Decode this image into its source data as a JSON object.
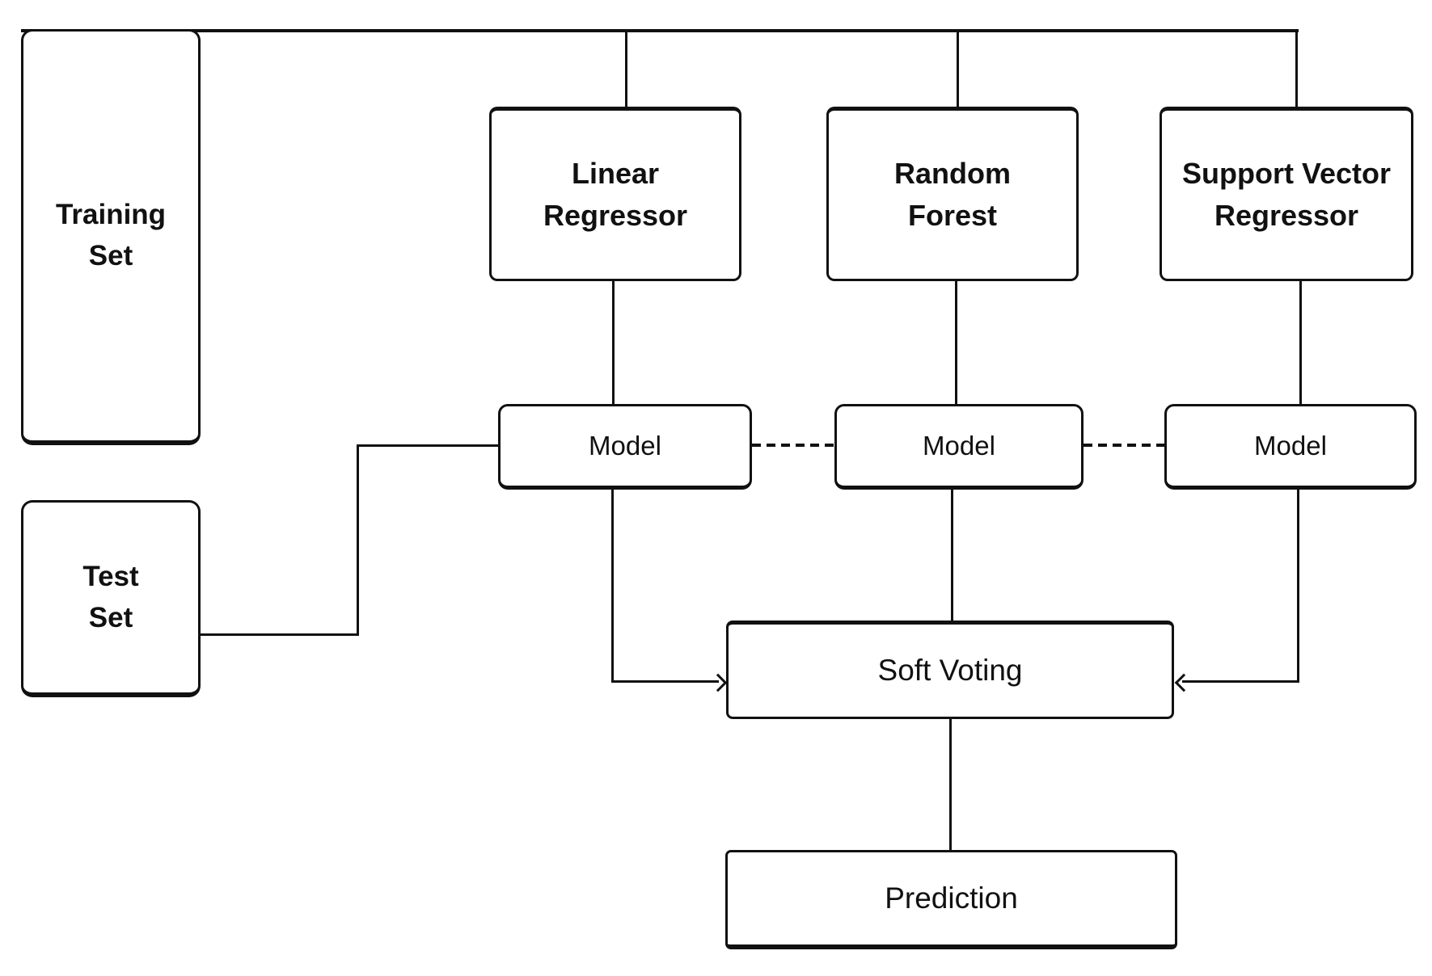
{
  "colors": {
    "stroke": "#111111",
    "text": "#111111",
    "background": "#ffffff"
  },
  "nodes": {
    "training_set": {
      "lines": [
        "Training",
        "Set"
      ]
    },
    "test_set": {
      "lines": [
        "Test",
        "Set"
      ]
    },
    "linear_regressor": {
      "lines": [
        "Linear",
        "Regressor"
      ]
    },
    "random_forest": {
      "lines": [
        "Random",
        "Forest"
      ]
    },
    "support_vector_regressor": {
      "lines": [
        "Support Vector",
        "Regressor"
      ]
    },
    "model_linear": {
      "label": "Model"
    },
    "model_random_forest": {
      "label": "Model"
    },
    "model_svr": {
      "label": "Model"
    },
    "soft_voting": {
      "label": "Soft Voting"
    },
    "prediction": {
      "label": "Prediction"
    }
  }
}
